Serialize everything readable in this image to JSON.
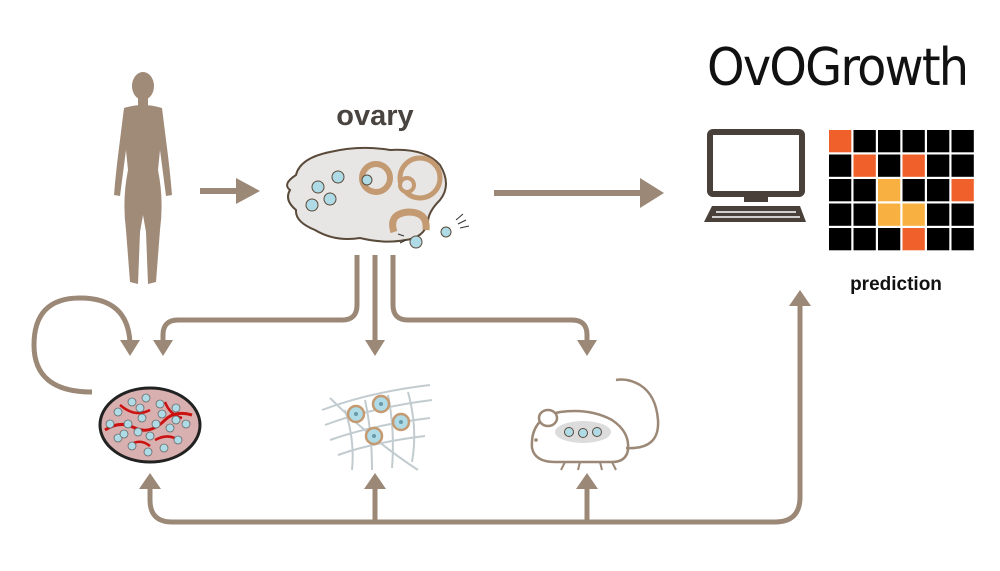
{
  "labels": {
    "ovary": "ovary",
    "brand": "OvOGrowth",
    "prediction": "prediction"
  },
  "colors": {
    "arrow": "#9c8876",
    "body": "#a08a78",
    "tissue": "#e8e6e4",
    "follicle_ring": "#c49a72",
    "cell": "#aedbe6",
    "dish_fill": "#d8b0b0",
    "vessel": "#cc1111",
    "fiber": "#c2ccd0",
    "computer": "#4a403a",
    "grid_black": "#000000",
    "grid_orange": "#f0602a",
    "grid_yellow": "#f8b040"
  },
  "icons": [
    "human-silhouette-icon",
    "ovary-icon",
    "culture-dish-icon",
    "scaffold-icon",
    "mouse-icon",
    "computer-icon",
    "prediction-grid-icon"
  ],
  "prediction_grid": {
    "rows": [
      [
        "orange",
        "black",
        "black",
        "black",
        "black",
        "black"
      ],
      [
        "black",
        "orange",
        "black",
        "orange",
        "black",
        "black"
      ],
      [
        "black",
        "black",
        "yellow",
        "black",
        "black",
        "orange"
      ],
      [
        "black",
        "black",
        "yellow",
        "yellow",
        "black",
        "black"
      ],
      [
        "black",
        "black",
        "black",
        "orange",
        "black",
        "black"
      ]
    ]
  }
}
